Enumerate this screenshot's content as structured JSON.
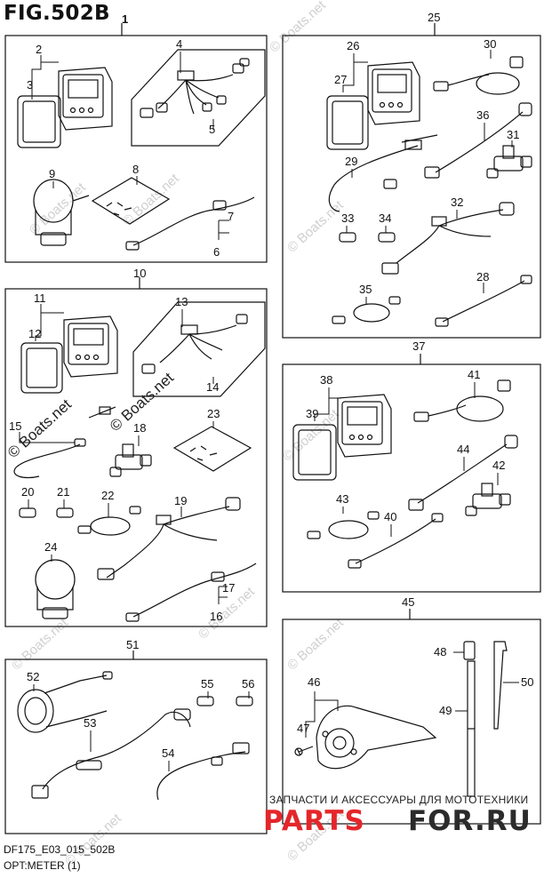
{
  "figure": {
    "title": "FIG.502B",
    "subtitle": "1"
  },
  "footer": {
    "code": "DF175_E03_015_502B",
    "caption": "OPT:METER (1)"
  },
  "watermark": {
    "text": "© Boats.net"
  },
  "shop": {
    "line1": "ЗАПЧАСТИ И АКСЕССУАРЫ ДЛЯ МОТОТЕХНИКИ",
    "part_a": "PARTS",
    "part_b": "FOR.RU"
  },
  "callouts": [
    "2",
    "3",
    "4",
    "5",
    "6",
    "7",
    "8",
    "9",
    "10",
    "11",
    "12",
    "13",
    "14",
    "15",
    "16",
    "17",
    "18",
    "19",
    "20",
    "21",
    "22",
    "23",
    "24",
    "25",
    "26",
    "27",
    "28",
    "29",
    "30",
    "31",
    "32",
    "33",
    "34",
    "35",
    "36",
    "37",
    "38",
    "39",
    "40",
    "41",
    "42",
    "43",
    "44",
    "45",
    "46",
    "47",
    "48",
    "49",
    "50",
    "51",
    "52",
    "53",
    "54",
    "55",
    "56"
  ]
}
